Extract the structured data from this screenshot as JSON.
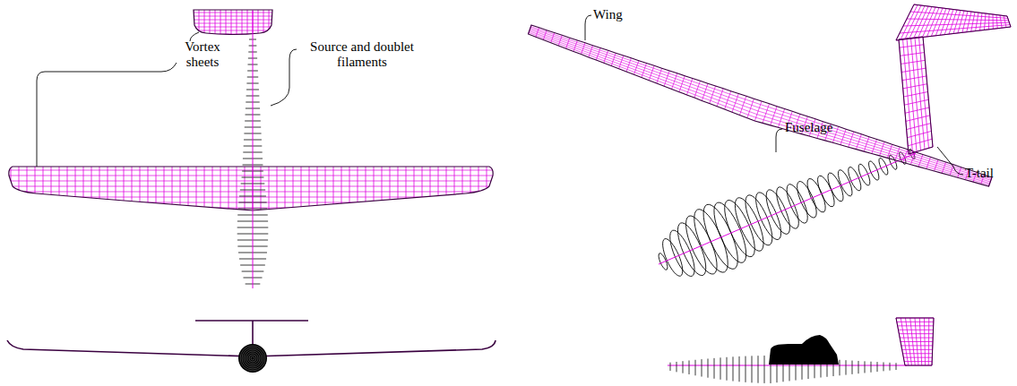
{
  "diagram": {
    "labels": [
      "Vortex sheets",
      "Source and doublet filaments",
      "Wing",
      "Fuselage",
      "T-tail"
    ]
  }
}
